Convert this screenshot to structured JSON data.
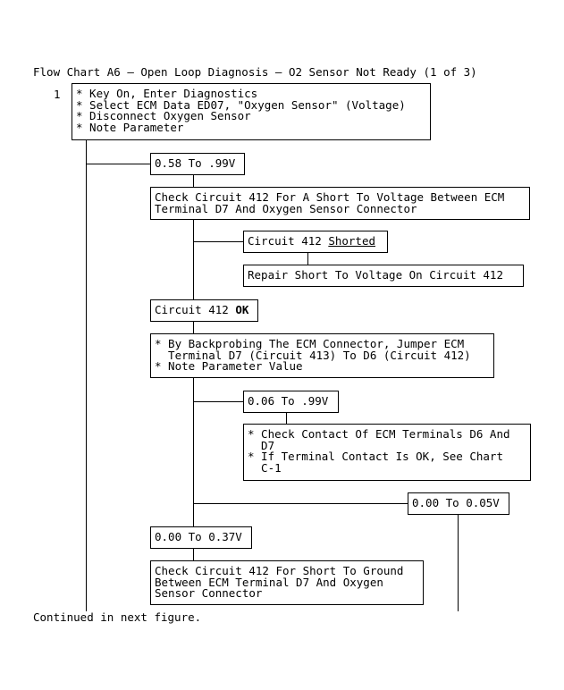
{
  "title": "Flow Chart A6 – Open Loop Diagnosis – O2 Sensor Not Ready (1 of 3)",
  "step_number": "1",
  "boxes": {
    "start": [
      "* Key On, Enter Diagnostics",
      "* Select ECM Data ED07, \"Oxygen Sensor\" (Voltage)",
      "* Disconnect Oxygen Sensor",
      "* Note Parameter"
    ],
    "v058": "0.58 To .99V",
    "check_short_voltage": [
      "Check Circuit 412 For A Short To Voltage Between ECM",
      "Terminal D7 And Oxygen Sensor Connector"
    ],
    "shorted_prefix": "Circuit 412 ",
    "shorted_word": "Shorted",
    "repair": "Repair Short To Voltage On Circuit 412",
    "ok_prefix": "Circuit 412 ",
    "ok_word": "OK",
    "backprobe": [
      "* By Backprobing The ECM Connector, Jumper ECM",
      "  Terminal D7 (Circuit 413) To D6 (Circuit 412)",
      "* Note Parameter Value"
    ],
    "v006": "0.06 To .99V",
    "check_contact": [
      "* Check Contact Of ECM Terminals D6 And",
      "  D7",
      "* If Terminal Contact Is OK, See Chart",
      "  C-1"
    ],
    "v000": "0.00 To 0.05V",
    "v037": "0.00 To 0.37V",
    "check_ground": [
      "Check Circuit 412 For Short To Ground",
      "Between ECM Terminal D7 And Oxygen",
      "Sensor Connector"
    ]
  },
  "footer": "Continued in next figure."
}
